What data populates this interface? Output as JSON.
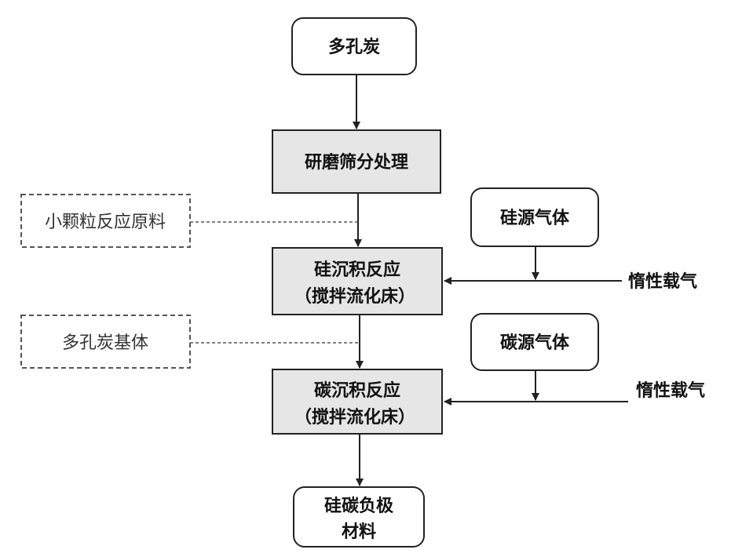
{
  "colors": {
    "process_fill": "#e6e6e6",
    "terminal_fill": "#ffffff",
    "stroke": "#222222",
    "dashed_stroke": "#555555"
  },
  "nodes": {
    "porous_carbon": "多孔炭",
    "grinding_sieving": "研磨筛分处理",
    "silicon_deposition_line1": "硅沉积反应",
    "silicon_deposition_line2": "（搅拌流化床）",
    "carbon_deposition_line1": "碳沉积反应",
    "carbon_deposition_line2": "（搅拌流化床）",
    "product_line1": "硅碳负极",
    "product_line2": "材料"
  },
  "annotations": {
    "small_particle_feed": "小颗粒反应原料",
    "porous_carbon_matrix": "多孔炭基体"
  },
  "inputs": {
    "silicon_source_gas": "硅源气体",
    "carbon_source_gas": "碳源气体",
    "inert_carrier_gas_1": "惰性载气",
    "inert_carrier_gas_2": "惰性载气"
  }
}
